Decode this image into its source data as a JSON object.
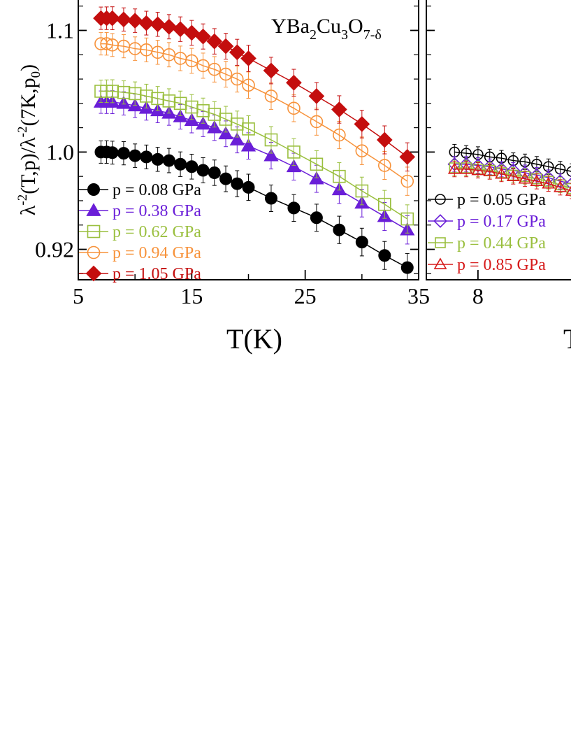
{
  "figure": {
    "material_label": "YBa2Cu3O7-δ",
    "ylabel": "λ⁻²(T,p)/λ⁻²(7K,p₀)",
    "xlabel": "T(K)",
    "xlabel_right_fragment": "T"
  },
  "chart_data": [
    {
      "type": "scatter",
      "panel": "left",
      "xlim": [
        5,
        35
      ],
      "ylim": [
        0.895,
        1.125
      ],
      "xticks": [
        "5",
        "15",
        "25",
        "35"
      ],
      "yticks": [
        "0.92",
        "1.0",
        "1.1"
      ],
      "ytick_values": [
        0.92,
        1.0,
        1.1
      ],
      "series": [
        {
          "name": "p = 0.08 GPa",
          "color": "#000000",
          "marker": "circle",
          "filled": true,
          "x": [
            7,
            7.5,
            8,
            9,
            10,
            11,
            12,
            13,
            14,
            15,
            16,
            17,
            18,
            19,
            20,
            22,
            24,
            26,
            28,
            30,
            32,
            34
          ],
          "y": [
            1.0,
            1.0,
            0.9995,
            0.999,
            0.997,
            0.996,
            0.994,
            0.993,
            0.99,
            0.988,
            0.985,
            0.983,
            0.978,
            0.974,
            0.971,
            0.962,
            0.954,
            0.946,
            0.936,
            0.926,
            0.915,
            0.905
          ]
        },
        {
          "name": "p = 0.38 GPa",
          "color": "#6a1ed8",
          "marker": "triangle",
          "filled": true,
          "x": [
            7,
            7.5,
            8,
            9,
            10,
            11,
            12,
            13,
            14,
            15,
            16,
            17,
            18,
            19,
            20,
            22,
            24,
            26,
            28,
            30,
            32,
            34
          ],
          "y": [
            1.041,
            1.041,
            1.041,
            1.04,
            1.038,
            1.036,
            1.034,
            1.032,
            1.029,
            1.026,
            1.023,
            1.02,
            1.015,
            1.01,
            1.005,
            0.997,
            0.988,
            0.978,
            0.969,
            0.958,
            0.947,
            0.936
          ]
        },
        {
          "name": "p = 0.62 GPa",
          "color": "#9abf3e",
          "marker": "square",
          "filled": false,
          "x": [
            7,
            7.5,
            8,
            9,
            10,
            11,
            12,
            13,
            14,
            15,
            16,
            17,
            18,
            19,
            20,
            22,
            24,
            26,
            28,
            30,
            32,
            34
          ],
          "y": [
            1.05,
            1.05,
            1.05,
            1.049,
            1.048,
            1.046,
            1.044,
            1.042,
            1.04,
            1.037,
            1.034,
            1.031,
            1.027,
            1.023,
            1.019,
            1.01,
            1.0,
            0.99,
            0.98,
            0.968,
            0.957,
            0.945
          ]
        },
        {
          "name": "p = 0.94 GPa",
          "color": "#f7923a",
          "marker": "circle",
          "filled": false,
          "x": [
            7,
            7.5,
            8,
            9,
            10,
            11,
            12,
            13,
            14,
            15,
            16,
            17,
            18,
            19,
            20,
            22,
            24,
            26,
            28,
            30,
            32,
            34
          ],
          "y": [
            1.089,
            1.089,
            1.088,
            1.087,
            1.085,
            1.084,
            1.082,
            1.08,
            1.077,
            1.075,
            1.071,
            1.068,
            1.064,
            1.06,
            1.055,
            1.046,
            1.036,
            1.025,
            1.014,
            1.001,
            0.989,
            0.976
          ]
        },
        {
          "name": "p = 1.05 GPa",
          "color": "#c40e0e",
          "marker": "diamond",
          "filled": true,
          "x": [
            7,
            7.5,
            8,
            9,
            10,
            11,
            12,
            13,
            14,
            15,
            16,
            17,
            18,
            19,
            20,
            22,
            24,
            26,
            28,
            30,
            32,
            34
          ],
          "y": [
            1.11,
            1.11,
            1.11,
            1.109,
            1.108,
            1.106,
            1.105,
            1.103,
            1.101,
            1.098,
            1.095,
            1.091,
            1.087,
            1.082,
            1.077,
            1.067,
            1.057,
            1.046,
            1.035,
            1.023,
            1.01,
            0.996
          ]
        }
      ]
    },
    {
      "type": "scatter",
      "panel": "right",
      "xlim": [
        5.8,
        12.2
      ],
      "ylim": [
        0.895,
        1.125
      ],
      "xticks": [
        "8"
      ],
      "series": [
        {
          "name": "p = 0.05 GPa",
          "color": "#000000",
          "marker": "circle",
          "filled": false,
          "x": [
            7,
            7.5,
            8,
            8.5,
            9,
            9.5,
            10,
            10.5,
            11,
            11.5,
            12
          ],
          "y": [
            1.0,
            0.999,
            0.998,
            0.996,
            0.995,
            0.993,
            0.992,
            0.99,
            0.988,
            0.986,
            0.984
          ]
        },
        {
          "name": "p = 0.17 GPa",
          "color": "#6a1ed8",
          "marker": "diamond",
          "filled": false,
          "x": [
            7,
            7.5,
            8,
            8.5,
            9,
            9.5,
            10,
            10.5,
            11,
            11.5,
            12
          ],
          "y": [
            0.99,
            0.99,
            0.989,
            0.988,
            0.986,
            0.985,
            0.983,
            0.981,
            0.979,
            0.976,
            0.974
          ]
        },
        {
          "name": "p = 0.44 GPa",
          "color": "#9abf3e",
          "marker": "square",
          "filled": false,
          "x": [
            7,
            7.5,
            8,
            8.5,
            9,
            9.5,
            10,
            10.5,
            11,
            11.5,
            12
          ],
          "y": [
            0.987,
            0.987,
            0.986,
            0.985,
            0.983,
            0.981,
            0.98,
            0.978,
            0.976,
            0.973,
            0.97
          ]
        },
        {
          "name": "p = 0.85 GPa",
          "color": "#d61a1a",
          "marker": "triangle",
          "filled": false,
          "x": [
            7,
            7.5,
            8,
            8.5,
            9,
            9.5,
            10,
            10.5,
            11,
            11.5,
            12
          ],
          "y": [
            0.986,
            0.986,
            0.985,
            0.984,
            0.982,
            0.98,
            0.978,
            0.976,
            0.974,
            0.971,
            0.968
          ]
        }
      ]
    }
  ]
}
